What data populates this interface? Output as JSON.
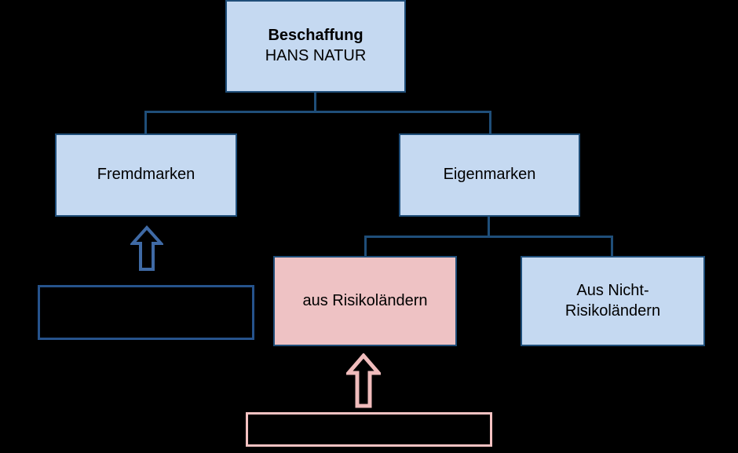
{
  "diagram": {
    "title": "Beschaffung HANS NATUR Organigramm",
    "colors": {
      "background": "#000000",
      "box_fill_blue": "#c5d9f1",
      "box_fill_pink": "#eec2c4",
      "border_blue": "#1f4e79",
      "border_blue_outline": "#26538c",
      "border_pink_outline": "#f5c2c2",
      "text": "#000000"
    },
    "nodes": {
      "root": {
        "line1": "Beschaffung",
        "line2": "HANS NATUR"
      },
      "fremdmarken": {
        "line1": "Fremdmarken",
        "line2": ""
      },
      "eigenmarken": {
        "line1": "Eigenmarken",
        "line2": ""
      },
      "risiko": {
        "line1": "aus Risikoländern",
        "line2": ""
      },
      "nicht_risiko": {
        "line1": "Aus Nicht-",
        "line2": "Risikoländern"
      },
      "empty_blue": {
        "line1": "",
        "line2": ""
      },
      "empty_pink": {
        "line1": "",
        "line2": ""
      }
    },
    "arrows": {
      "blue_up": "arrow-up-blue",
      "pink_up": "arrow-up-pink"
    }
  }
}
